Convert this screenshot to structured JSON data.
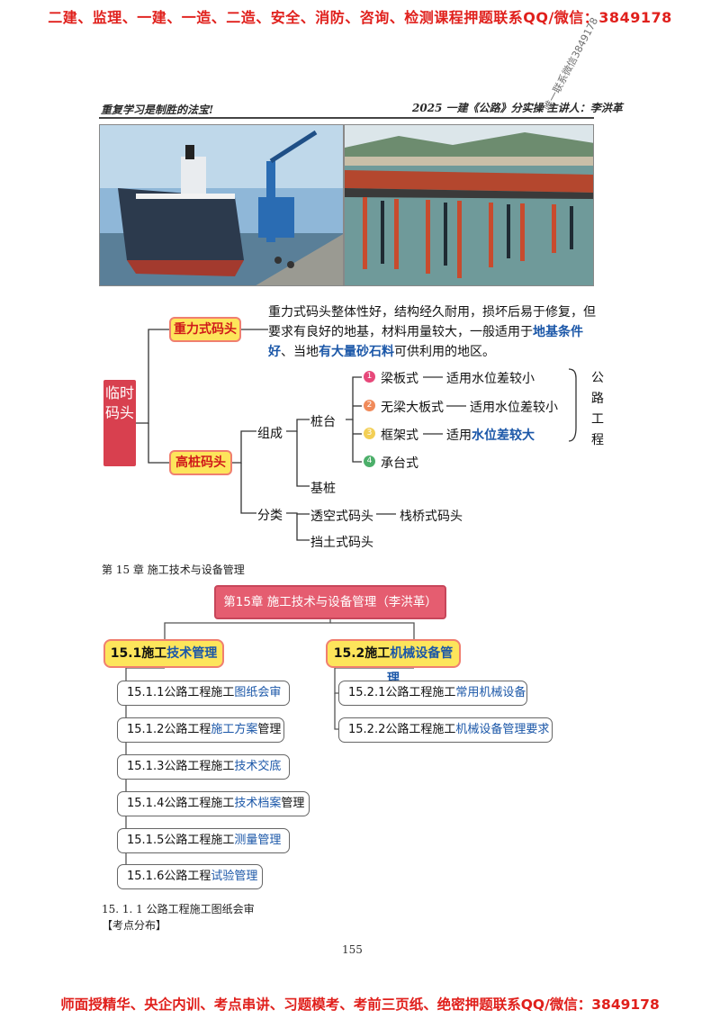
{
  "banners": {
    "top": "二建、监理、一建、一造、二造、安全、消防、咨询、检测课程押题联系QQ/微信：3849178",
    "bottom": "师面授精华、央企内训、考点串讲、习题模考、考前三页纸、绝密押题联系QQ/微信：3849178"
  },
  "header": {
    "left": "重复学习是制胜的法宝!",
    "right": "2025 一建《公路》分实操 主讲人：李洪革",
    "watermark": "唯一联系微信3849178"
  },
  "mindmap": {
    "root": "临时码头",
    "gravity": {
      "label": "重力式码头",
      "desc_a": "重力式码头整体性好，结构经久耐用，损坏后易于修复，但要求有良好的地基，材料用量较大，一般适用于",
      "desc_b": "地基条件好",
      "desc_c": "、当地",
      "desc_d": "有大量砂石料",
      "desc_e": "可供利用的地区。"
    },
    "pile": {
      "label": "高桩码头",
      "composition": "组成",
      "cap": "桩台",
      "pile": "基桩",
      "classification": "分类",
      "open_type": "透空式码头",
      "trestle": "栈桥式码头",
      "retaining": "挡土式码头",
      "cap_types": [
        {
          "num": "1",
          "name": "梁板式",
          "desc_plain": "适用水位差较小",
          "desc_blue": ""
        },
        {
          "num": "2",
          "name": "无梁大板式",
          "desc_plain": "适用水位差较小",
          "desc_blue": ""
        },
        {
          "num": "3",
          "name": "框架式",
          "desc_plain": "适用",
          "desc_blue": "水位差较大"
        },
        {
          "num": "4",
          "name": "承台式",
          "desc_plain": "",
          "desc_blue": ""
        }
      ],
      "glossary": [
        "公",
        "路",
        "工",
        "程"
      ]
    }
  },
  "section": {
    "chapter_heading": "第 15 章 施工技术与设备管理",
    "chapter_box": "第15章 施工技术与设备管理（李洪革）",
    "left_branch": {
      "plain": "15.1施工",
      "blue": "技术管理"
    },
    "right_branch": {
      "plain": "15.2施工",
      "blue": "机械设备管理"
    },
    "left_items": [
      {
        "plain": "15.1.1公路工程施工",
        "blue": "图纸会审",
        "tail": ""
      },
      {
        "plain": "15.1.2公路工程",
        "blue": "施工方案",
        "tail": "管理"
      },
      {
        "plain": "15.1.3公路工程施工",
        "blue": "技术交底",
        "tail": ""
      },
      {
        "plain": "15.1.4公路工程施工",
        "blue": "技术档案",
        "tail": "管理"
      },
      {
        "plain": "15.1.5公路工程施工",
        "blue": "测量管理",
        "tail": ""
      },
      {
        "plain": "15.1.6公路工程",
        "blue": "试验管理",
        "tail": ""
      }
    ],
    "right_items": [
      {
        "plain": "15.2.1公路工程施工",
        "blue": "常用机械设备",
        "tail": ""
      },
      {
        "plain": "15.2.2公路工程施工",
        "blue": "机械设备管理要求",
        "tail": ""
      }
    ],
    "sub_heading": "15. 1. 1 公路工程施工图纸会审",
    "tag": "【考点分布】",
    "page_number": "155"
  }
}
